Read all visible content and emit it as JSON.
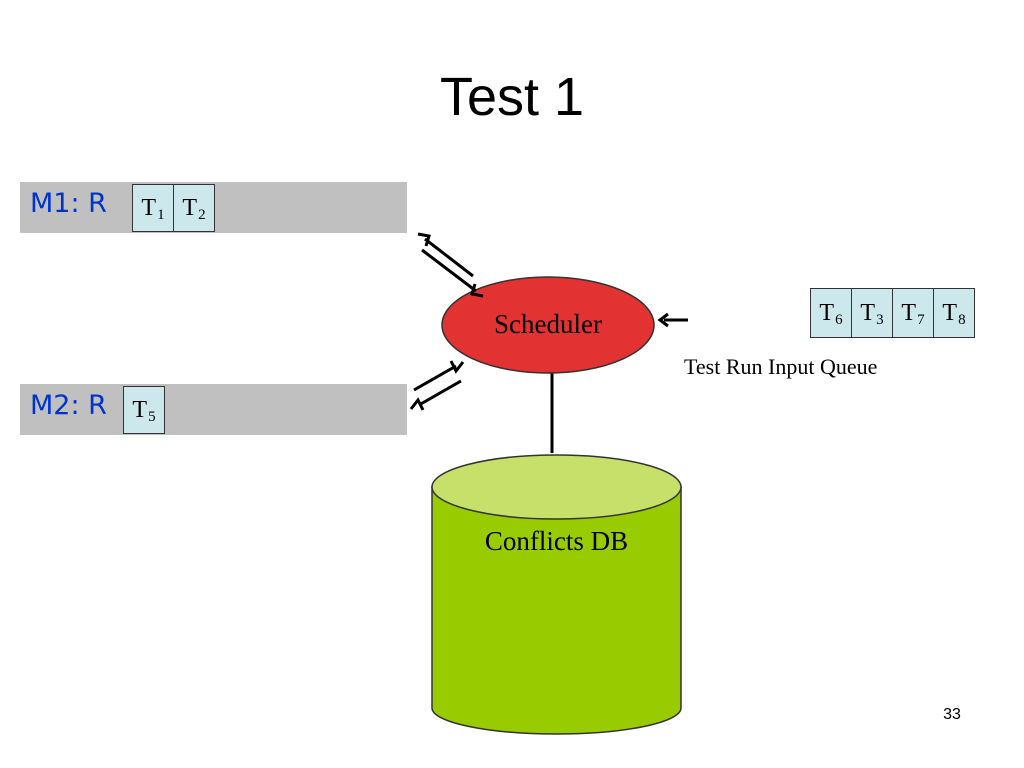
{
  "slide": {
    "title": "Test 1",
    "page_number": "33"
  },
  "machines": [
    {
      "label": "M1: R",
      "tasks": [
        {
          "base": "T",
          "sub": "1"
        },
        {
          "base": "T",
          "sub": "2"
        }
      ]
    },
    {
      "label": "M2: R",
      "tasks": [
        {
          "base": "T",
          "sub": "5"
        }
      ]
    }
  ],
  "scheduler": {
    "label": "Scheduler",
    "color": "#e33232"
  },
  "queue": {
    "caption": "Test Run Input Queue",
    "items": [
      {
        "base": "T",
        "sub": "6"
      },
      {
        "base": "T",
        "sub": "3"
      },
      {
        "base": "T",
        "sub": "7"
      },
      {
        "base": "T",
        "sub": "8"
      }
    ]
  },
  "database": {
    "label": "Conflicts DB",
    "body_color": "#99cc00",
    "top_color": "#c6e06a"
  },
  "colors": {
    "machine_bar": "#c0c0c0",
    "machine_label": "#0033cc",
    "task_cell": "#cce8ec"
  }
}
